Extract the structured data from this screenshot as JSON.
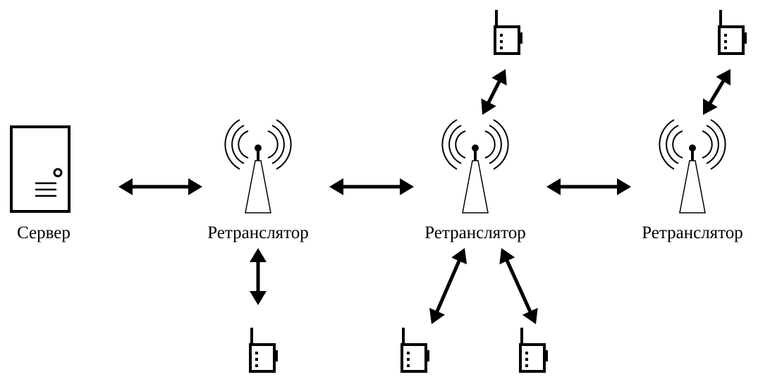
{
  "nodes": {
    "server": {
      "label": "Сервер",
      "icon": "server-icon"
    },
    "relays": [
      {
        "label": "Ретранслятор",
        "icon": "antenna-tower-icon"
      },
      {
        "label": "Ретранслятор",
        "icon": "antenna-tower-icon"
      },
      {
        "label": "Ретранслятор",
        "icon": "antenna-tower-icon"
      }
    ],
    "radios": [
      {
        "icon": "portable-radio-icon"
      },
      {
        "icon": "portable-radio-icon"
      },
      {
        "icon": "portable-radio-icon"
      },
      {
        "icon": "portable-radio-icon"
      },
      {
        "icon": "portable-radio-icon"
      }
    ]
  },
  "colors": {
    "ink": "#000000",
    "background": "#ffffff"
  }
}
